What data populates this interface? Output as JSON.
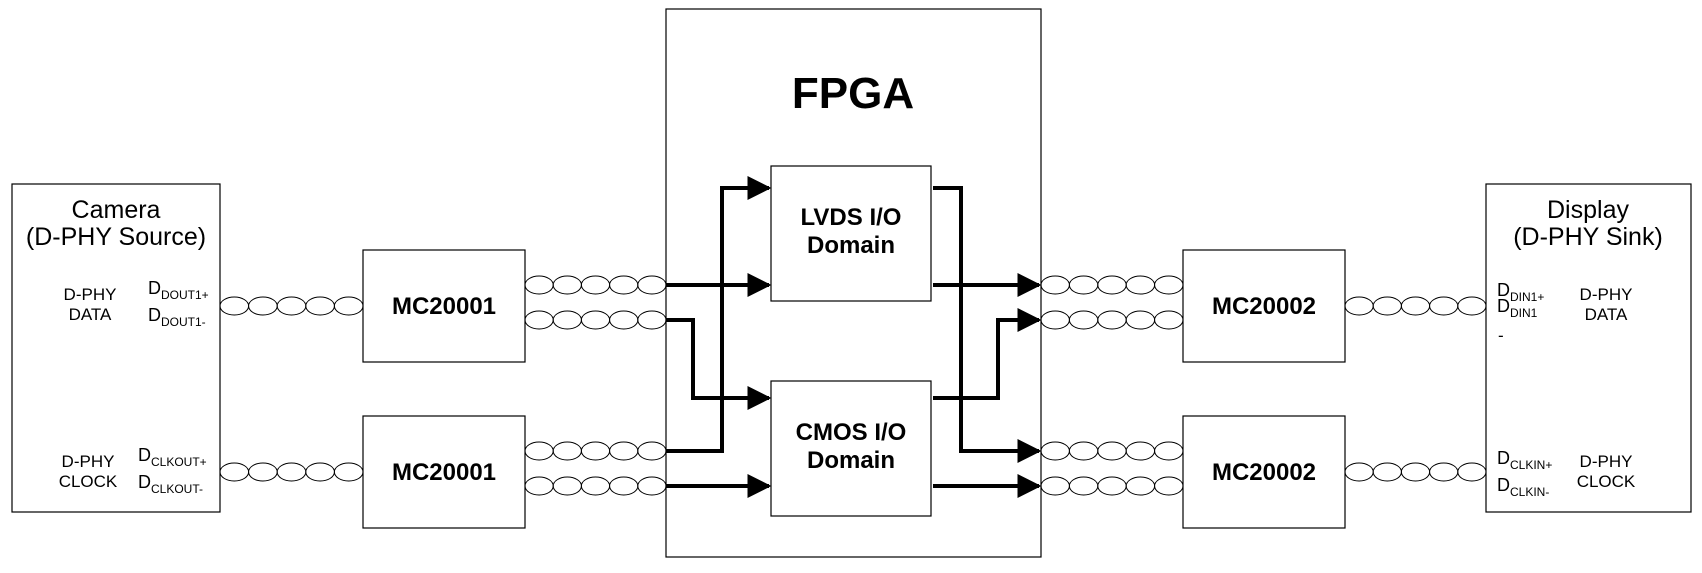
{
  "fpga": {
    "title": "FPGA"
  },
  "lvds": {
    "line1": "LVDS I/O",
    "line2": "Domain"
  },
  "cmos": {
    "line1": "CMOS I/O",
    "line2": "Domain"
  },
  "camera": {
    "title": "Camera",
    "subtitle": "(D-PHY Source)",
    "data_label": [
      "D-PHY",
      "DATA"
    ],
    "clock_label": [
      "D-PHY",
      "CLOCK"
    ],
    "pins": {
      "dout_p": {
        "main": "D",
        "sub": "DOUT1+"
      },
      "dout_n": {
        "main": "D",
        "sub": "DOUT1-"
      },
      "clkout_p": {
        "main": "D",
        "sub": "CLKOUT+"
      },
      "clkout_n": {
        "main": "D",
        "sub": "CLKOUT-"
      }
    }
  },
  "display": {
    "title": "Display",
    "subtitle": "(D-PHY Sink)",
    "data_label": [
      "D-PHY",
      "DATA"
    ],
    "clock_label": [
      "D-PHY",
      "CLOCK"
    ],
    "pins": {
      "din_p": {
        "main": "D",
        "sub": "DIN1+"
      },
      "din_n": {
        "main": "D",
        "sub": "DIN1"
      },
      "din_dash": "-",
      "clkin_p": {
        "main": "D",
        "sub": "CLKIN+"
      },
      "clkin_n": {
        "main": "D",
        "sub": "CLKIN-"
      }
    }
  },
  "devices": {
    "ser_top": "MC20001",
    "ser_bottom": "MC20001",
    "des_top": "MC20002",
    "des_bottom": "MC20002"
  }
}
